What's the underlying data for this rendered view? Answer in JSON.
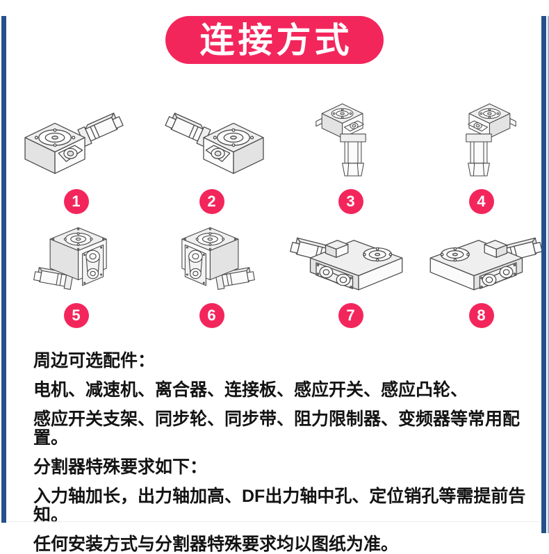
{
  "page": {
    "accent_pink": "#f3265c",
    "border_blue": "#24518b",
    "border_blue_light": "#9db4d6",
    "background": "#ffffff"
  },
  "header": {
    "title": "连接方式"
  },
  "diagrams": [
    {
      "number": "1",
      "icon": "indexer-motor-upper-right-icon"
    },
    {
      "number": "2",
      "icon": "indexer-motor-upper-left-icon"
    },
    {
      "number": "3",
      "icon": "indexer-motor-hanging-down-right-icon"
    },
    {
      "number": "4",
      "icon": "indexer-motor-hanging-down-left-icon"
    },
    {
      "number": "5",
      "icon": "indexer-belt-drive-motor-left-icon"
    },
    {
      "number": "6",
      "icon": "indexer-belt-drive-motor-right-icon"
    },
    {
      "number": "7",
      "icon": "indexer-horizontal-belt-motor-left-icon"
    },
    {
      "number": "8",
      "icon": "indexer-horizontal-belt-motor-right-icon"
    }
  ],
  "accessories": {
    "heading": "周边可选配件：",
    "lines": [
      "电机、减速机、离合器、连接板、感应开关、感应凸轮、",
      "感应开关支架、同步轮、同步带、阻力限制器、变频器等常用配置。"
    ]
  },
  "special_requirements": {
    "heading": "分割器特殊要求如下：",
    "lines": [
      "入力轴加长，出力轴加高、DF出力轴中孔、定位销孔等需提前告知。",
      "任何安装方式与分割器特殊要求均以图纸为准。"
    ]
  }
}
